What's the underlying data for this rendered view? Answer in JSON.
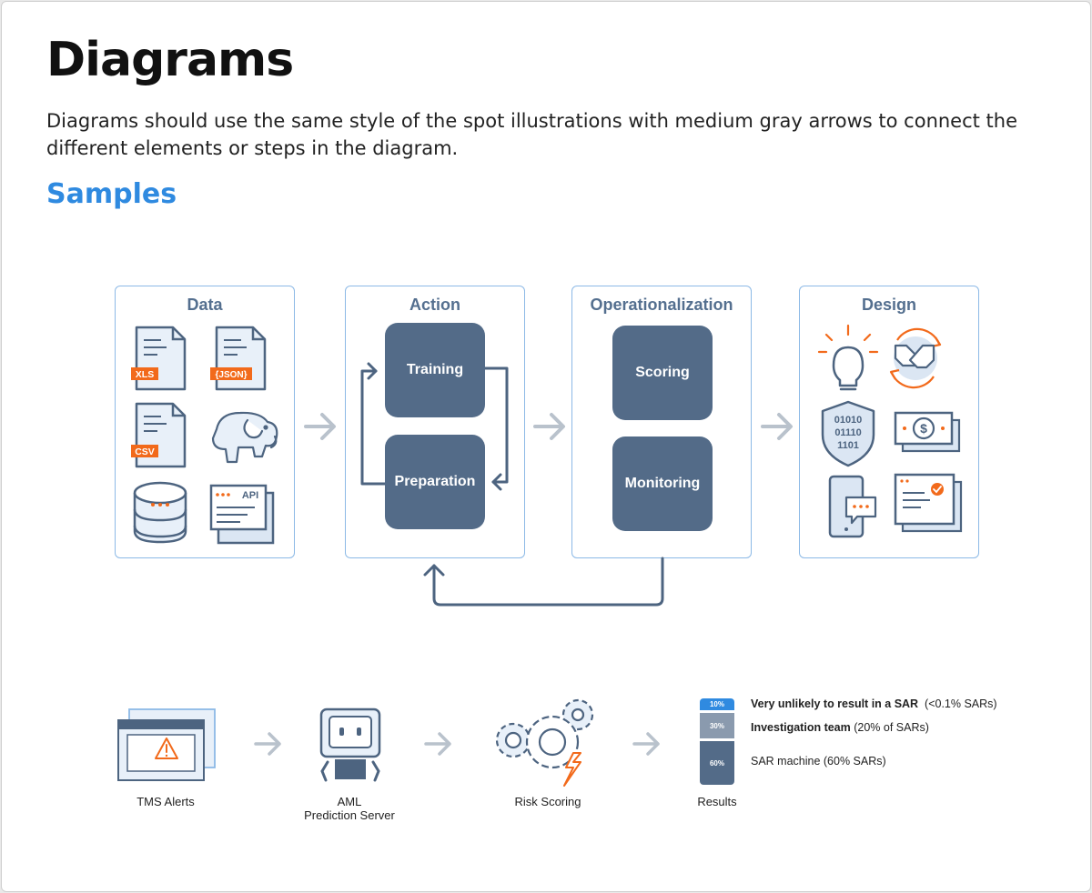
{
  "header": {
    "title": "Diagrams",
    "description": "Diagrams should use the same style of the spot illustrations with medium gray arrows to connect the different elements or steps in the diagram.",
    "samples_heading": "Samples"
  },
  "colors": {
    "accent": "#2f8ae0",
    "box": "#536b88",
    "icon_stroke": "#4d6480",
    "icon_fill": "#e8f0f9",
    "orange": "#f26a1b",
    "arrow_gray": "#b9c2cc",
    "panel_border": "#8cb9e6"
  },
  "diagram1": {
    "panels": [
      {
        "title": "Data"
      },
      {
        "title": "Action"
      },
      {
        "title": "Operationalization"
      },
      {
        "title": "Design"
      }
    ],
    "data_icons": [
      {
        "icon": "xls-file-icon",
        "tag": "XLS"
      },
      {
        "icon": "json-file-icon",
        "tag": "{JSON}"
      },
      {
        "icon": "csv-file-icon",
        "tag": "CSV"
      },
      {
        "icon": "hadoop-elephant-icon"
      },
      {
        "icon": "database-icon"
      },
      {
        "icon": "api-window-icon",
        "tag": "API"
      }
    ],
    "action_boxes": [
      "Training",
      "Preparation"
    ],
    "operational_boxes": [
      "Scoring",
      "Monitoring"
    ],
    "design_icons": [
      {
        "icon": "lightbulb-icon"
      },
      {
        "icon": "handshake-icon"
      },
      {
        "icon": "binary-shield-icon",
        "binary": [
          "01010",
          "01110",
          "1101"
        ]
      },
      {
        "icon": "dollar-bill-icon",
        "symbol": "$"
      },
      {
        "icon": "mobile-chat-icon"
      },
      {
        "icon": "approved-document-icon"
      }
    ]
  },
  "diagram2": {
    "steps": [
      {
        "label": "TMS Alerts",
        "icon": "alert-window-icon"
      },
      {
        "label_line1": "AML",
        "label_line2": "Prediction Server",
        "icon": "robot-icon"
      },
      {
        "label": "Risk Scoring",
        "icon": "gears-icon"
      },
      {
        "label": "Results",
        "icon": "results-bar-icon"
      }
    ],
    "results": [
      {
        "percent": "10%",
        "value": 10,
        "bold": "Very unlikely to result in a SAR",
        "note": "  (<0.1% SARs)"
      },
      {
        "percent": "30%",
        "value": 30,
        "bold": "Investigation team",
        "note": " (20% of SARs)"
      },
      {
        "percent": "60%",
        "value": 60,
        "bold": "",
        "note": "SAR machine (60% SARs)"
      }
    ]
  }
}
